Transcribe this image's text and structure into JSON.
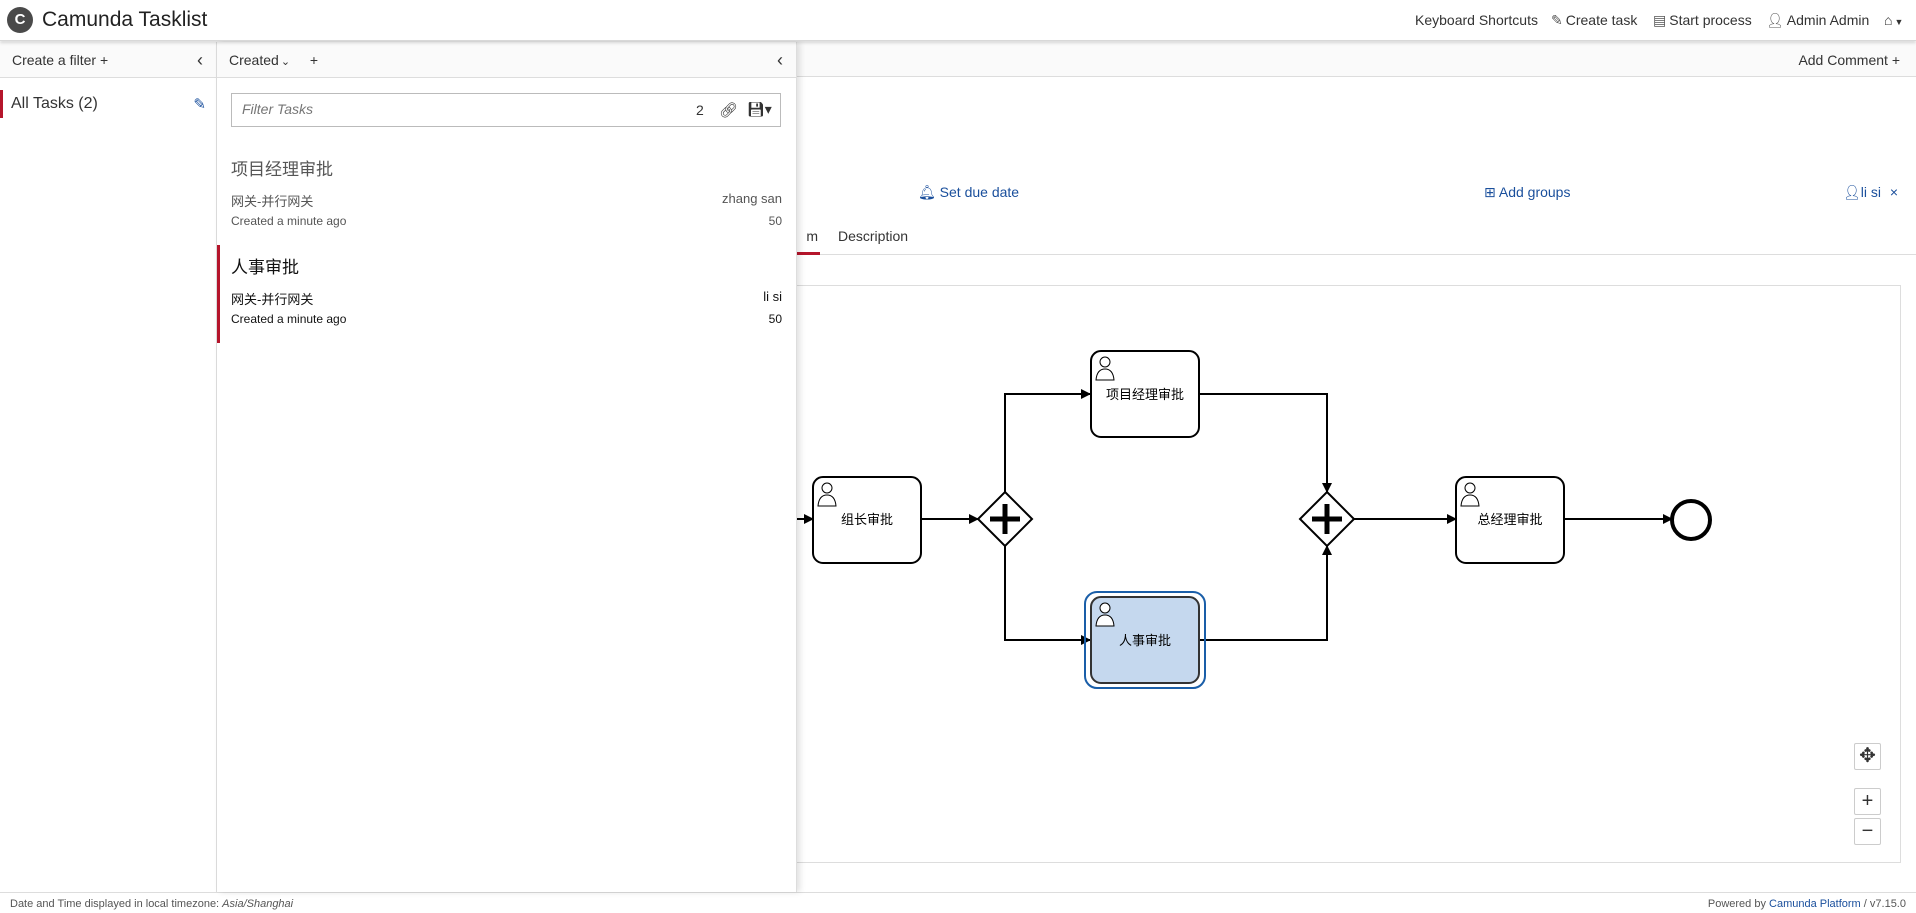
{
  "app": {
    "logo_letter": "C",
    "title": "Camunda Tasklist"
  },
  "header": {
    "keyboard_shortcuts": "Keyboard Shortcuts",
    "create_task": "Create task",
    "start_process": "Start process",
    "user": "Admin Admin"
  },
  "filters": {
    "create_label": "Create a filter",
    "items": [
      {
        "label": "All Tasks (2)"
      }
    ]
  },
  "tasklist": {
    "sort_label": "Created",
    "search_placeholder": "Filter Tasks",
    "count": "2",
    "tasks": [
      {
        "name": "项目经理审批",
        "process": "网关-并行网关",
        "assignee": "zhang san",
        "created": "Created a minute ago",
        "priority": "50"
      },
      {
        "name": "人事审批",
        "process": "网关-并行网关",
        "assignee": "li si",
        "created": "Created a minute ago",
        "priority": "50"
      }
    ]
  },
  "detail": {
    "add_comment": "Add Comment",
    "set_due_date": "Set due date",
    "add_groups": "Add groups",
    "assignee": "li si",
    "tabs": {
      "diagram_partial": "m",
      "description": "Description"
    }
  },
  "diagram": {
    "tasks": [
      {
        "id": "t1",
        "label": "组长审批"
      },
      {
        "id": "t2",
        "label": "项目经理审批"
      },
      {
        "id": "t3",
        "label": "人事审批"
      },
      {
        "id": "t4",
        "label": "总经理审批"
      }
    ]
  },
  "footer": {
    "timezone_prefix": "Date and Time displayed in local timezone: ",
    "timezone": "Asia/Shanghai",
    "powered_prefix": "Powered by ",
    "platform": "Camunda Platform",
    "version": " / v7.15.0"
  },
  "colors": {
    "accent": "#b5152b",
    "link": "#1a4f9c",
    "selected_task_fill": "#c5d8ee",
    "selected_task_stroke": "#1a5ea8"
  },
  "icons": [
    "camunda-logo-icon",
    "pencil-icon",
    "file-icon",
    "user-icon",
    "home-icon",
    "plus-icon",
    "chevron-left-icon",
    "chevron-down-icon",
    "link-icon",
    "save-icon",
    "bell-icon",
    "grid-icon",
    "close-icon",
    "zoom-fit-icon",
    "zoom-in-icon",
    "zoom-out-icon"
  ]
}
